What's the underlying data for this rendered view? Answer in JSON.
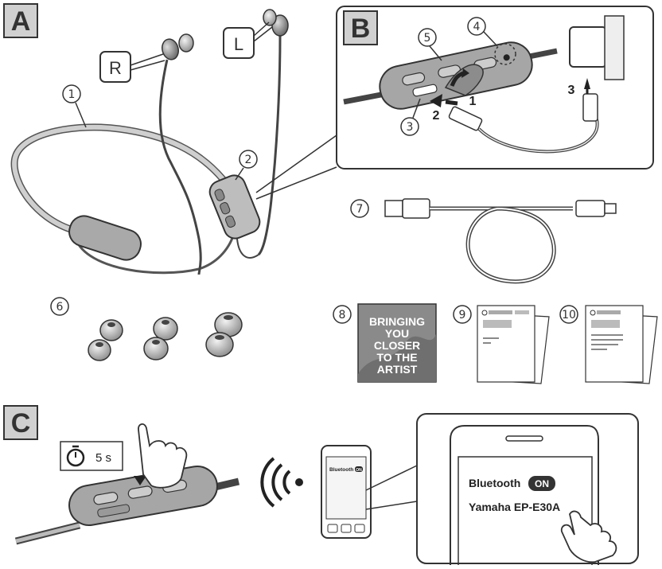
{
  "panels": {
    "a": "A",
    "b": "B",
    "c": "C"
  },
  "earbud_labels": {
    "right": "R",
    "left": "L"
  },
  "callouts": {
    "n1": "1",
    "n2": "2",
    "n3": "3",
    "n4": "4",
    "n5": "5",
    "n6": "6",
    "n7": "7",
    "n8": "8",
    "n9": "9",
    "n10": "10"
  },
  "steps": {
    "s1": "1",
    "s2": "2",
    "s3": "3"
  },
  "booklet": {
    "line1": "BRINGING",
    "line2": "YOU",
    "line3": "CLOSER",
    "line4": "TO THE",
    "line5": "ARTIST"
  },
  "timer": {
    "duration": "5 s"
  },
  "phone_small": {
    "bt_label": "Bluetooth",
    "bt_state": "ON"
  },
  "phone_large": {
    "bt_label": "Bluetooth",
    "bt_state": "ON",
    "device_name": "Yamaha EP-E30A"
  },
  "colors": {
    "line": "#333333",
    "fill": "#d9d9d9",
    "dark": "#555555"
  }
}
